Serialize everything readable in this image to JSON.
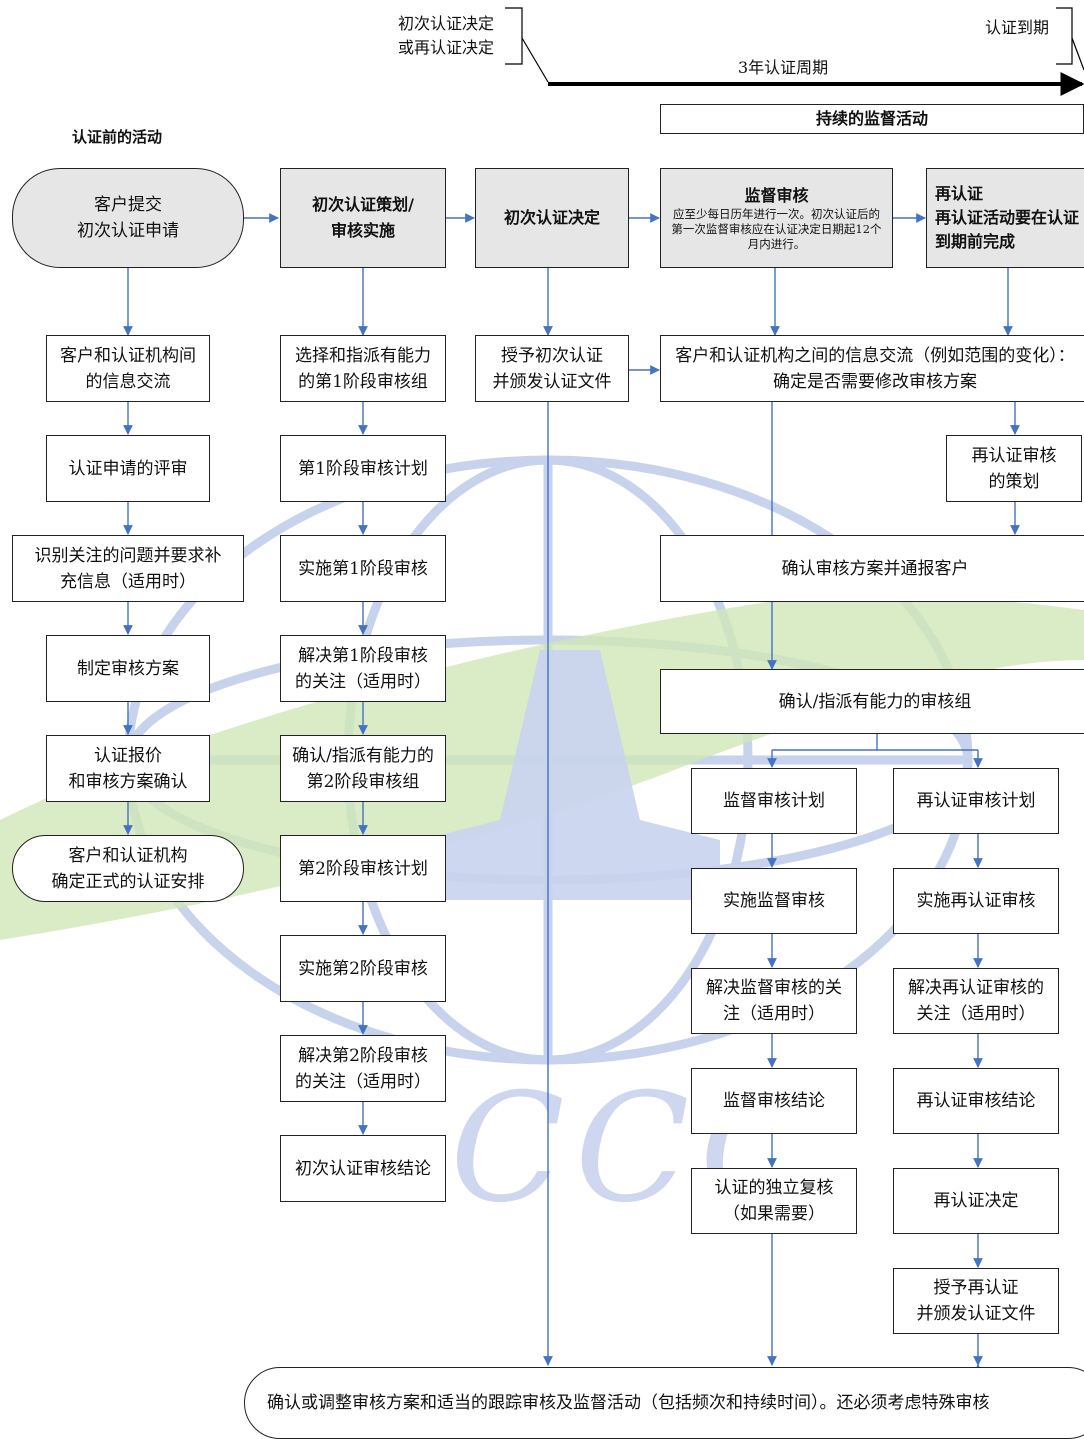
{
  "header": {
    "cert_decision_label": "初次认证决定\n或再认证决定",
    "expiry_label": "认证到期",
    "cycle_label": "3年认证周期",
    "continuous_label": "持续的监督活动",
    "pre_activities_label": "认证前的活动"
  },
  "col1": {
    "apply": "客户提交\n初次认证申请",
    "info_exchange": "客户和认证机构间\n的信息交流",
    "review": "认证申请的评审",
    "identify": "识别关注的问题并要求补\n充信息（适用时）",
    "program": "制定审核方案",
    "quote": "认证报价\n和审核方案确认",
    "arrangement": "客户和认证机构\n确定正式的认证安排"
  },
  "col2": {
    "planning": "初次认证策划/\n审核实施",
    "select_team1": "选择和指派有能力\n的第1阶段审核组",
    "plan1": "第1阶段审核计划",
    "do1": "实施第1阶段审核",
    "resolve1": "解决第1阶段审核\n的关注（适用时）",
    "confirm_team2": "确认/指派有能力的\n第2阶段审核组",
    "plan2": "第2阶段审核计划",
    "do2": "实施第2阶段审核",
    "resolve2": "解决第2阶段审核\n的关注（适用时）",
    "conclusion": "初次认证审核结论"
  },
  "col3": {
    "decision": "初次认证决定",
    "grant": "授予初次认证\n并颁发认证文件"
  },
  "right": {
    "surveillance_title": "监督审核",
    "surveillance_note": "应至少每日历年进行一次。初次认证后的第一次监督审核应在认证决定日期起12个月内进行。",
    "recert_title": "再认证\n再认证活动要在认证到期前完成",
    "info_exchange": "客户和认证机构之间的信息交流（例如范围的变化）：确定是否需要修改审核方案",
    "recert_planning": "再认证审核\n的策划",
    "confirm_program": "确认审核方案并通报客户",
    "confirm_team": "确认/指派有能力的审核组",
    "s_plan": "监督审核计划",
    "s_do": "实施监督审核",
    "s_resolve": "解决监督审核的关\n注（适用时）",
    "s_conclusion": "监督审核结论",
    "s_review": "认证的独立复核\n（如果需要）",
    "r_plan": "再认证审核计划",
    "r_do": "实施再认证审核",
    "r_resolve": "解决再认证审核的\n关注（适用时）",
    "r_conclusion": "再认证审核结论",
    "r_decision": "再认证决定",
    "r_grant": "授予再认证\n并颁发认证文件"
  },
  "bottom": {
    "final": "确认或调整审核方案和适当的跟踪审核及监督活动（包括频次和持续时间）。还必须考虑特殊审核"
  },
  "watermark": {
    "text": "CCC",
    "colors": {
      "green": "#cfe7b6",
      "blue": "#c9d3ee",
      "globe": "#b5c4e6"
    }
  },
  "colors": {
    "arrow": "#4472c4",
    "box_border": "#222222",
    "box_fill_gray": "#e6e6e6"
  }
}
